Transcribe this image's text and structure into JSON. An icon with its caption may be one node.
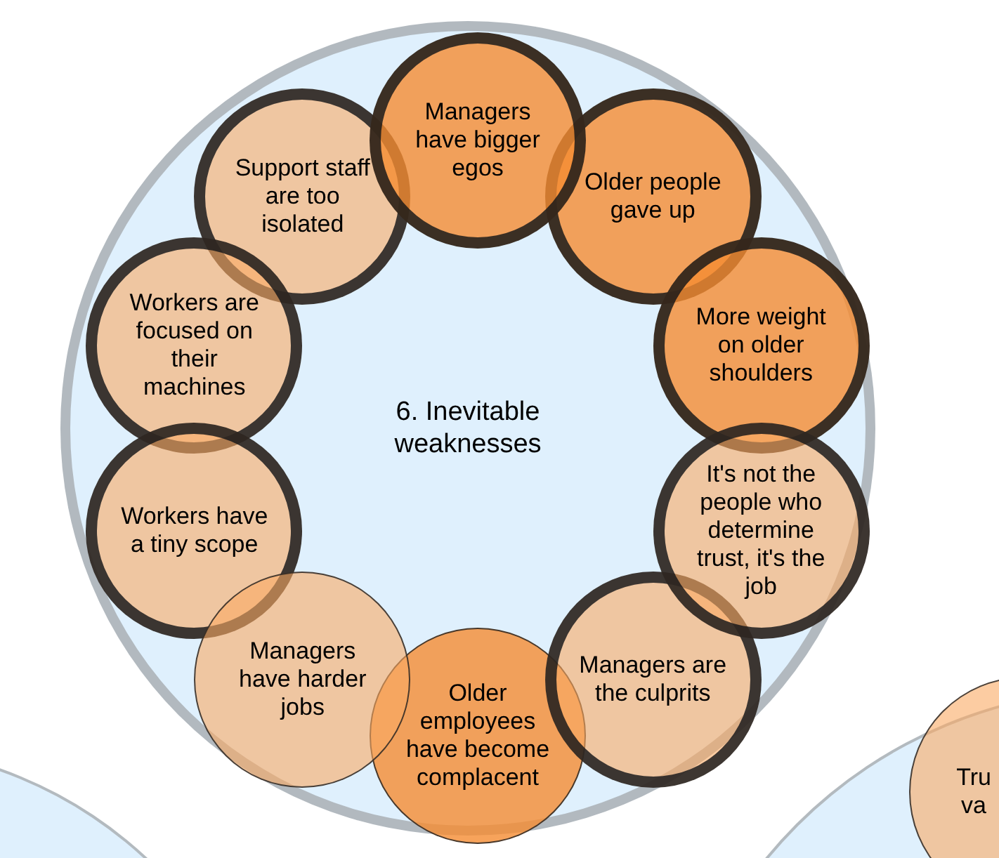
{
  "diagram": {
    "nodes": [
      {
        "text": [
          "6. Inevitable weaknesses"
        ]
      },
      {
        "text": [
          "Support staff are too isolated"
        ],
        "in": 0
      },
      {
        "text": [
          "Managers have bigger egos"
        ],
        "in": 0
      },
      {
        "text": [
          "Older people gave up"
        ],
        "in": 0
      },
      {
        "text": [
          "Workers are focused on their machines"
        ],
        "in": 0
      },
      {
        "text": [
          "More weight on older shoulders"
        ],
        "in": 0
      },
      {
        "text": [
          "It's not the people who determine trust, it's the job"
        ],
        "in": 0
      },
      {
        "text": [
          "Workers have a tiny scope"
        ],
        "in": 0
      },
      {
        "text": [
          "Managers are the culprits"
        ],
        "in": 0
      },
      {
        "text": [
          "Managers have harder jobs"
        ],
        "in": 0
      },
      {
        "text": [
          "Older employees have become complacent"
        ],
        "in": 0
      },
      {
        "text": [],
        "shape": "circle"
      },
      {
        "text": [],
        "shape": "circle"
      },
      {
        "text": [
          "Tru va"
        ],
        "in": 12
      }
    ]
  }
}
